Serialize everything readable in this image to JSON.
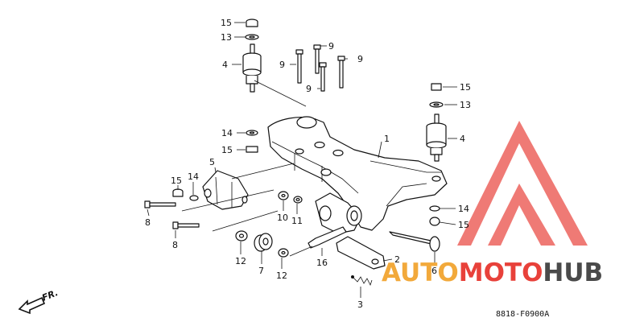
{
  "callouts": [
    {
      "id": "c15a",
      "text": "15"
    },
    {
      "id": "c13a",
      "text": "13"
    },
    {
      "id": "c4a",
      "text": "4"
    },
    {
      "id": "c9a",
      "text": "9"
    },
    {
      "id": "c9b",
      "text": "9"
    },
    {
      "id": "c9c",
      "text": "9"
    },
    {
      "id": "c9d",
      "text": "9"
    },
    {
      "id": "c15b",
      "text": "15"
    },
    {
      "id": "c13b",
      "text": "13"
    },
    {
      "id": "c4b",
      "text": "4"
    },
    {
      "id": "c14a",
      "text": "14"
    },
    {
      "id": "c15c",
      "text": "15"
    },
    {
      "id": "c1",
      "text": "1"
    },
    {
      "id": "c5",
      "text": "5"
    },
    {
      "id": "c15d",
      "text": "15"
    },
    {
      "id": "c14b",
      "text": "14"
    },
    {
      "id": "c8a",
      "text": "8"
    },
    {
      "id": "c8b",
      "text": "8"
    },
    {
      "id": "c10",
      "text": "10"
    },
    {
      "id": "c11",
      "text": "11"
    },
    {
      "id": "c14c",
      "text": "14"
    },
    {
      "id": "c15e",
      "text": "15"
    },
    {
      "id": "c12a",
      "text": "12"
    },
    {
      "id": "c7",
      "text": "7"
    },
    {
      "id": "c12b",
      "text": "12"
    },
    {
      "id": "c16",
      "text": "16"
    },
    {
      "id": "c2",
      "text": "2"
    },
    {
      "id": "c6",
      "text": "6"
    },
    {
      "id": "c3",
      "text": "3"
    }
  ],
  "direction_label": "FR.",
  "diagram_code": "8818-F0900A",
  "watermark": {
    "part1": "AUTO",
    "part2": "MOTO",
    "part3": "HUB",
    "color_orange": "#F2A93B",
    "color_red": "#E8413A",
    "color_gray": "#4A4A4A",
    "logo_color": "#E8413A"
  }
}
